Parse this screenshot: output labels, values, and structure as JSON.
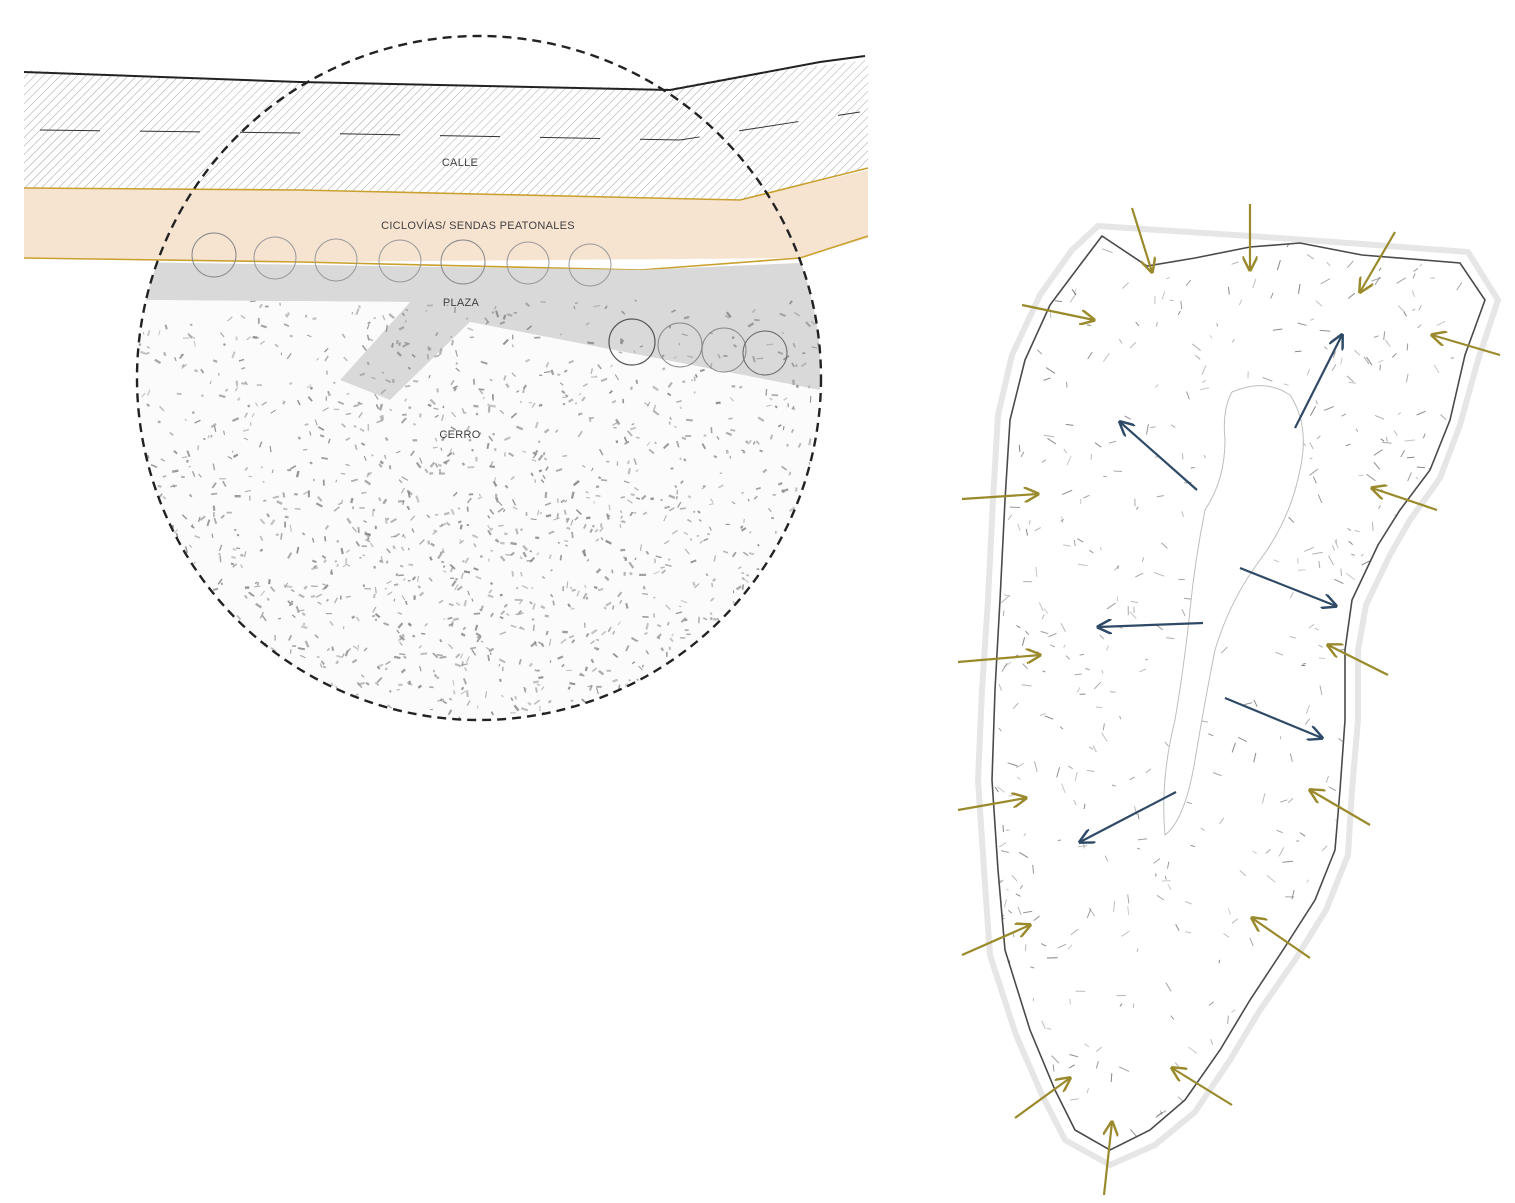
{
  "labels": {
    "street": "CALLE",
    "bike_paths": "CICLOVÍAS/ SENDAS PEATONALES",
    "plaza": "PLAZA",
    "hill": "CERRO"
  },
  "colors": {
    "street_hatch": "#8d8d8d",
    "bike_band": "#f6e3d0",
    "bike_band_edge": "#c9a12e",
    "plaza": "#d9d9d9",
    "hill_texture": "#8c8c8c",
    "outer_arrow": "#9a8a2c",
    "inner_arrow": "#2e4a66",
    "outline": "#555555"
  },
  "icons": [
    "tree-canopy-icon",
    "inbound-arrow-icon",
    "outbound-arrow-icon"
  ]
}
